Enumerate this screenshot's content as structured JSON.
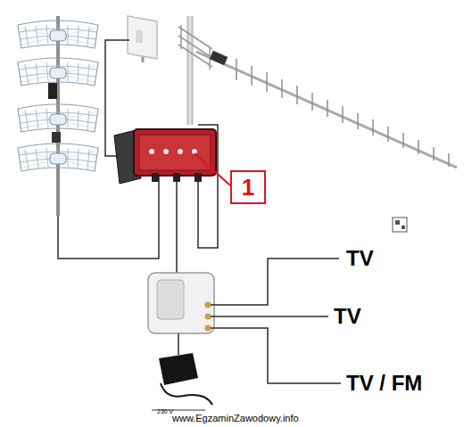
{
  "diagram": {
    "nodes": [
      {
        "text": [
          "1"
        ]
      }
    ],
    "labels": [
      "TV",
      "TV",
      "TV / FM",
      "230 V",
      "www.EgzaminZawodowy.info"
    ]
  }
}
